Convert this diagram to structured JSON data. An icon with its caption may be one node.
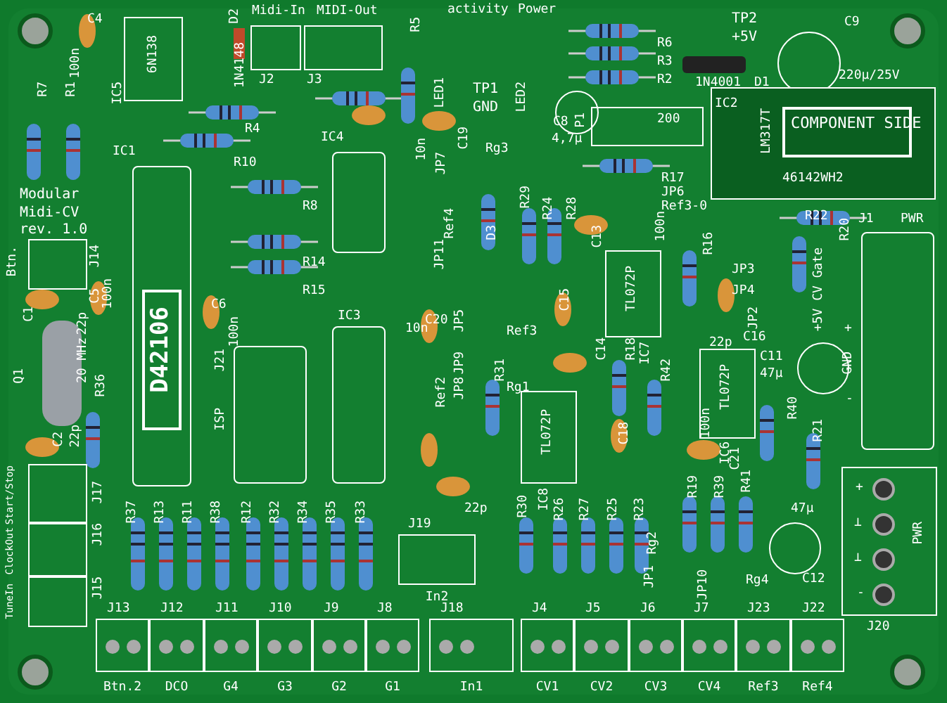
{
  "diagram": {
    "nodes": [
      {
        "text": [
          "6N138"
        ],
        "beside": [
          "IC5"
        ]
      },
      {
        "text": [],
        "shape": "box",
        "beside": [
          "IC1"
        ]
      },
      {
        "text": [
          "D42106"
        ],
        "in": 1
      },
      {
        "text": [],
        "shape": "box",
        "beside": [
          "IC4"
        ]
      },
      {
        "text": [],
        "shape": "box",
        "beside": [
          "IC3"
        ]
      },
      {
        "text": [],
        "shape": "box",
        "beside": [
          "J21",
          "ISP"
        ]
      },
      {
        "text": [
          "LM317T",
          "46142WH2"
        ],
        "beside": [
          "IC2"
        ]
      },
      {
        "text": [
          "COMPONENT SIDE"
        ],
        "in": 6
      },
      {
        "text": [
          "TL072P"
        ],
        "beside": [
          "IC7"
        ]
      },
      {
        "text": [
          "TL072P"
        ],
        "beside": [
          "IC8"
        ]
      },
      {
        "text": [
          "TL072P"
        ],
        "beside": [
          "IC6"
        ]
      },
      {
        "text": [],
        "shape": "box",
        "beside": [
          "J1",
          "PWR"
        ]
      },
      {
        "text": [
          "PWR"
        ],
        "beside": [
          "J20"
        ]
      },
      {
        "text": [
          "Btn.2"
        ],
        "beside": [
          "J13"
        ]
      },
      {
        "text": [
          "DCO"
        ],
        "beside": [
          "J12"
        ]
      },
      {
        "text": [
          "G4"
        ],
        "beside": [
          "J11"
        ]
      },
      {
        "text": [
          "G3"
        ],
        "beside": [
          "J10"
        ]
      },
      {
        "text": [
          "G2"
        ],
        "beside": [
          "J9"
        ]
      },
      {
        "text": [
          "G1"
        ],
        "beside": [
          "J8"
        ]
      },
      {
        "text": [
          "In1"
        ],
        "beside": [
          "J18"
        ]
      },
      {
        "text": [
          "CV1"
        ],
        "beside": [
          "J4"
        ]
      },
      {
        "text": [
          "CV2"
        ],
        "beside": [
          "J5"
        ]
      },
      {
        "text": [
          "CV3"
        ],
        "beside": [
          "J6"
        ]
      },
      {
        "text": [
          "CV4"
        ],
        "beside": [
          "J7"
        ]
      },
      {
        "text": [
          "Ref3"
        ],
        "beside": [
          "J23"
        ]
      },
      {
        "text": [
          "Ref4"
        ],
        "beside": [
          "J22"
        ]
      },
      {
        "text": [
          "In2"
        ],
        "beside": [
          "J19"
        ]
      },
      {
        "text": [
          "Start/Stop"
        ],
        "beside": [
          "J17"
        ]
      },
      {
        "text": [
          "ClockOut"
        ],
        "beside": [
          "J16"
        ]
      },
      {
        "text": [
          "TuneIn"
        ],
        "beside": [
          "J15"
        ]
      },
      {
        "text": [
          "Btn."
        ],
        "beside": [
          "J14"
        ]
      },
      {
        "text": [
          "Midi-In"
        ],
        "beside": [
          "J2"
        ]
      },
      {
        "text": [
          "MIDI-Out"
        ],
        "beside": [
          "J3"
        ]
      },
      {
        "text": [
          "200"
        ],
        "beside": [
          "P1"
        ]
      }
    ],
    "labels": [
      "activity",
      "Power",
      "Modular Midi-CV rev. 1.0",
      "C4",
      "100n",
      "R7",
      "R1",
      "D2",
      "1N4148",
      "R5",
      "LED1",
      "TP1 GND",
      "LED2",
      "R6",
      "R3",
      "R2",
      "TP2 +5V",
      "C9",
      "220µ/25V",
      "1N4001",
      "D1",
      "C8",
      "4,7µ",
      "R4",
      "R10",
      "R8",
      "10n",
      "C19",
      "Rg3",
      "JP7",
      "R17",
      "JP6",
      "Ref3-0",
      "C1",
      "22p",
      "C5",
      "100n",
      "Q1",
      "20 MHz",
      "C2",
      "22p",
      "R36",
      "R14",
      "R15",
      "C6",
      "100n",
      "C20",
      "10n",
      "JP11",
      "Ref4",
      "JP5",
      "JP9",
      "JP8",
      "Ref2",
      "R31",
      "Ref3",
      "Rg1",
      "R29",
      "D3",
      "R24",
      "R28",
      "C13",
      "100n",
      "R22",
      "R20",
      "R16",
      "JP3",
      "JP4",
      "JP2",
      "+5V CV Gate",
      "22p",
      "C16",
      "C15",
      "C14",
      "R18",
      "R42",
      "C11",
      "47µ",
      "+",
      "GND",
      "-",
      "C18",
      "100n",
      "R40",
      "R21",
      "C21",
      "R37",
      "R13",
      "R11",
      "R38",
      "R12",
      "R32",
      "R34",
      "R35",
      "R33",
      "22p",
      "R30",
      "R26",
      "R27",
      "R25",
      "R23",
      "JP1",
      "Rg2",
      "R19",
      "R39",
      "R41",
      "JP10",
      "Rg4",
      "47µ",
      "C12",
      "+",
      "⊥",
      "⊥",
      "-"
    ]
  }
}
